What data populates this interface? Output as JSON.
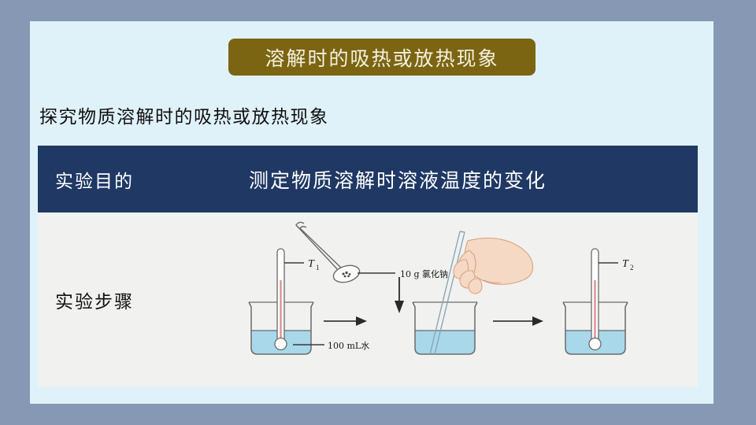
{
  "slide": {
    "title_banner": "溶解时的吸热或放热现象",
    "subtitle": "探究物质溶解时的吸热或放热现象",
    "colors": {
      "frame": "#8798b4",
      "canvas": "#e0f2f9",
      "banner_bg": "#7b6513",
      "banner_text": "#f5f0dc",
      "header_row_bg": "#1f3864",
      "header_row_text": "#ffffff",
      "steps_row_bg": "#f1f1f0",
      "water_fill": "#a8d8ea",
      "thermometer_mercury": "#d98a8a",
      "skin": "#f6d9c4"
    }
  },
  "table": {
    "rows": [
      {
        "label": "实验目的",
        "value": "测定物质溶解时溶液温度的变化"
      },
      {
        "label": "实验步骤",
        "value": ""
      }
    ]
  },
  "figure": {
    "labels": {
      "solute": "10 g 氯化钠",
      "water": "100 mL水",
      "temp_before": "T",
      "temp_before_sub": "1",
      "temp_after": "T",
      "temp_after_sub": "2"
    },
    "icons": {
      "spoon": "spatula-with-salt-icon",
      "hand": "hand-holding-rod-icon",
      "arrow_down": "arrow-down-icon",
      "arrow_right_1": "arrow-right-icon",
      "arrow_right_2": "arrow-right-icon",
      "beaker_1": "beaker-with-thermometer-icon",
      "beaker_2": "beaker-with-stirring-rod-icon",
      "beaker_3": "beaker-with-thermometer-icon"
    }
  }
}
